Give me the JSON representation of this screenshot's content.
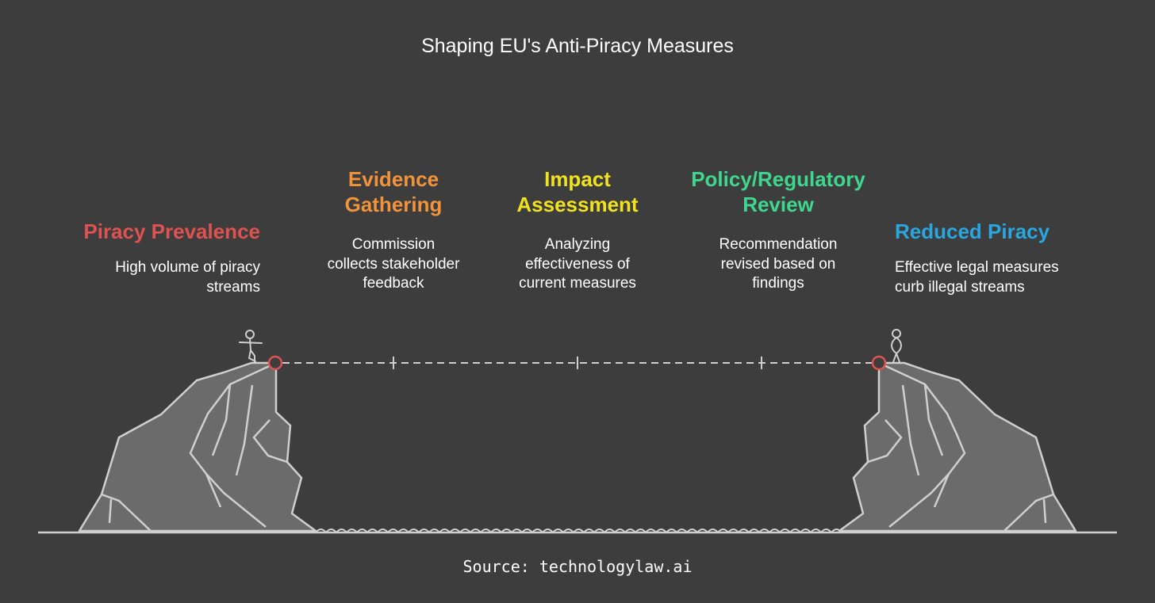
{
  "title": "Shaping EU's Anti-Piracy Measures",
  "source": "Source: technologylaw.ai",
  "colors": {
    "background": "#3d3d3d",
    "line": "#cfcfcf",
    "rock": "#6b6b6b",
    "marker": "#e05252"
  },
  "stages": [
    {
      "title": "Piracy Prevalence",
      "description": "High volume of piracy\nstreams",
      "color": "#e05252"
    },
    {
      "title": "Evidence\nGathering",
      "description": "Commission\ncollects stakeholder\nfeedback",
      "color": "#f0933a"
    },
    {
      "title": "Impact\nAssessment",
      "description": "Analyzing\neffectiveness of\ncurrent measures",
      "color": "#f1e21f"
    },
    {
      "title": "Policy/Regulatory\nReview",
      "description": "Recommendation\nrevised based on\nfindings",
      "color": "#3fd68e"
    },
    {
      "title": "Reduced Piracy",
      "description": "Effective legal measures\ncurb illegal streams",
      "color": "#2aa6e0"
    }
  ]
}
